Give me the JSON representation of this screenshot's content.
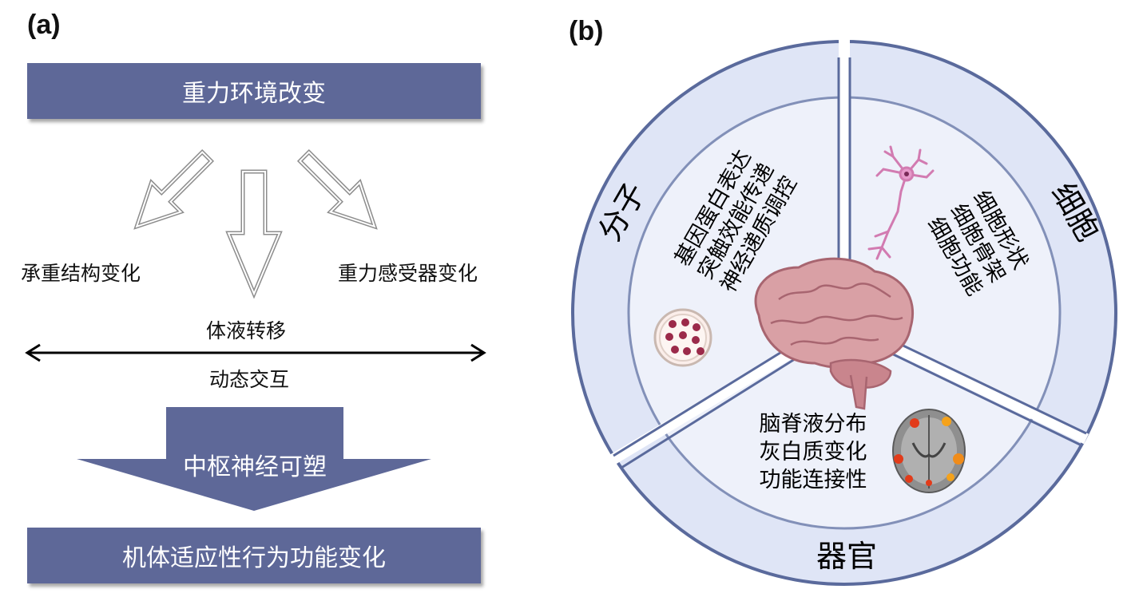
{
  "panel_a": {
    "label": "(a)",
    "top_banner": "重力环境改变",
    "left_effect": "承重结构变化",
    "middle_effect": "体液转移",
    "right_effect": "重力感受器变化",
    "interaction": "动态交互",
    "center_arrow": "中枢神经可塑",
    "bottom_banner": "机体适应性行为功能变化"
  },
  "panel_b": {
    "label": "(b)",
    "sector_molecule_title": "分子",
    "sector_molecule_lines": [
      "基因蛋白表达",
      "突触效能传递",
      "神经递质调控"
    ],
    "sector_cell_title": "细胞",
    "sector_cell_lines": [
      "细胞形状",
      "细胞骨架",
      "细胞功能"
    ],
    "sector_organ_title": "器官",
    "sector_organ_lines": [
      "脑脊液分布",
      "灰白质变化",
      "功能连接性"
    ]
  },
  "colors": {
    "banner": "#5e6898",
    "ring_outer": "#dfe5f6",
    "ring_inner": "#eef1fa",
    "ring_border": "#5a6a9c",
    "brain": "#d9a0a5"
  }
}
